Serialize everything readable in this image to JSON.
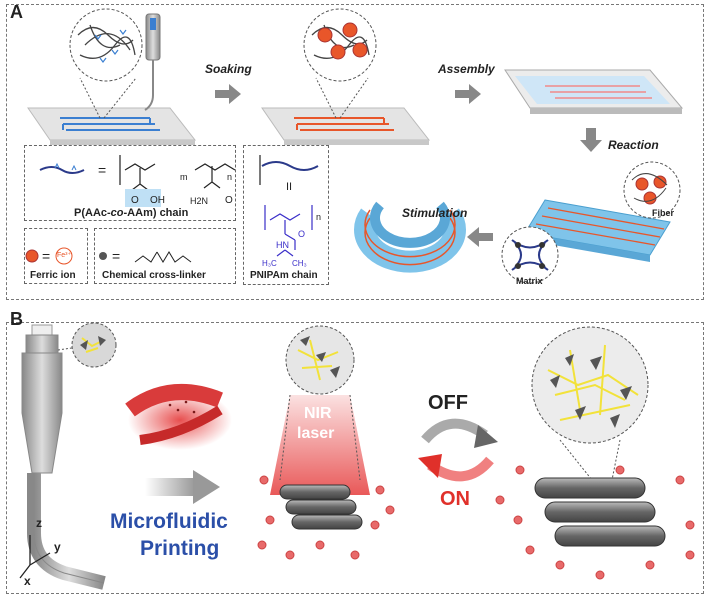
{
  "panel_a": {
    "label": "A",
    "steps": {
      "soaking": "Soaking",
      "assembly": "Assembly",
      "reaction": "Reaction",
      "stimulation": "Stimulation"
    },
    "legend": {
      "chain_label": "P(AAc-co-AAm) chain",
      "chain_label_pre": "P(AAc-",
      "chain_label_co": "co",
      "chain_label_post": "-AAm) chain",
      "subscript_m": "m",
      "subscript_n": "n",
      "h2n": "H2N",
      "ferric_label": "Ferric ion",
      "fe_symbol": "Fe³⁺",
      "crosslinker_label": "Chemical cross-linker",
      "pnipam_label": "PNIPAm chain",
      "equals": "="
    },
    "callouts": {
      "fiber": "Fiber",
      "matrix": "Matrix"
    }
  },
  "panel_b": {
    "label": "B",
    "microfluidic_line1": "Microfluidic",
    "microfluidic_line2": "Printing",
    "nir_line1": "NIR",
    "nir_line2": "laser",
    "off": "OFF",
    "on": "ON",
    "axes": {
      "z": "z",
      "y": "y",
      "x": "x"
    }
  },
  "colors": {
    "fiber_orange": "#e8562a",
    "blue_line": "#3b7fd1",
    "matrix_blue": "#7fc4ea",
    "title_blue": "#2b4fa8",
    "on_red": "#e0302a",
    "crosslink_yellow": "#f2e23a",
    "gel_gray": "#8c8c8c"
  }
}
